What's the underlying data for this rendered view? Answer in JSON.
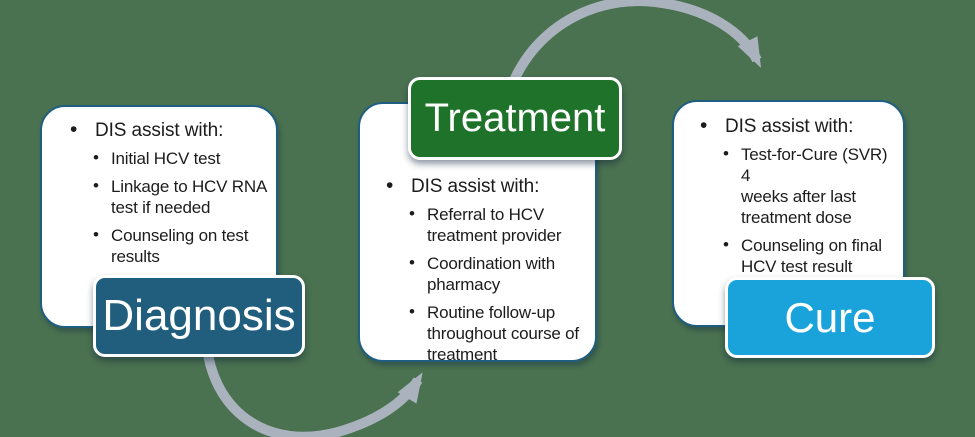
{
  "canvas": {
    "background": "#4A7250",
    "arrow_color": "#A9B2BD"
  },
  "stages": [
    {
      "label": "Diagnosis",
      "label_color": "#215E7E",
      "heading": "DIS assist with:",
      "bullets": [
        "Initial HCV test",
        "Linkage to HCV RNA\ntest if needed",
        "Counseling on test\nresults"
      ]
    },
    {
      "label": "Treatment",
      "label_color": "#1E7229",
      "heading": "DIS assist with:",
      "bullets": [
        "Referral to HCV\ntreatment provider",
        "Coordination with\npharmacy",
        "Routine follow-up\nthroughout course of\ntreatment"
      ]
    },
    {
      "label": "Cure",
      "label_color": "#1AA3DB",
      "heading": "DIS assist with:",
      "bullets": [
        "Test-for-Cure (SVR) 4\nweeks after last\ntreatment dose",
        "Counseling on final\nHCV test result"
      ]
    }
  ]
}
